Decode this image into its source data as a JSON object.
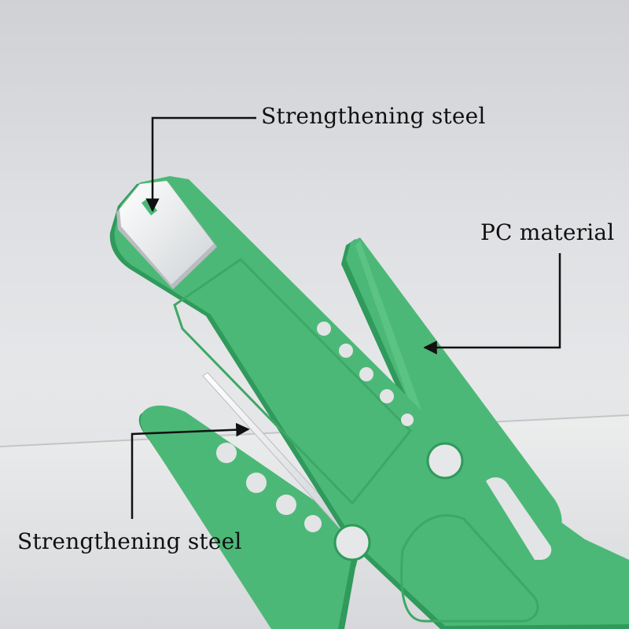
{
  "callouts": {
    "top": "Strengthening steel",
    "right": "PC material",
    "bottom": "Strengthening steel"
  },
  "colors": {
    "background_top": "#d4d6da",
    "background_mid": "#e3e4e6",
    "floor": "#e8e9eb",
    "tool_green": "#4cb877",
    "tool_green_dark": "#2f9a5b",
    "tool_green_light": "#62c98a",
    "steel": "#f2f4f5",
    "steel_shadow": "#b9bcc0",
    "pointer_line": "#111111"
  },
  "icons": {
    "pointer": "arrow-pointer-icon"
  }
}
